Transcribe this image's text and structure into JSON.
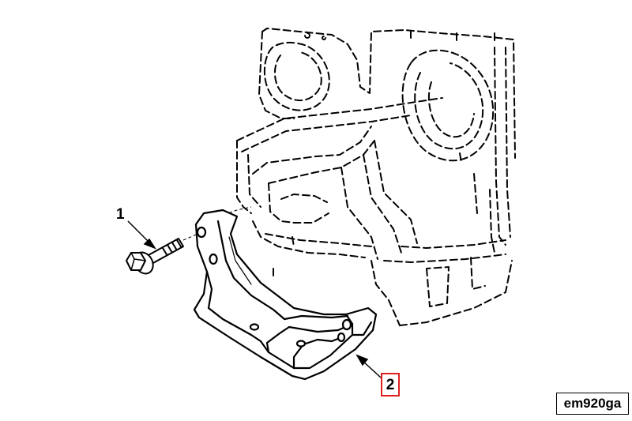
{
  "diagram": {
    "callouts": [
      {
        "id": "1",
        "label": "1"
      },
      {
        "id": "2",
        "label": "2",
        "highlight_color": "#e02020"
      }
    ],
    "figure_code": "em920ga"
  }
}
